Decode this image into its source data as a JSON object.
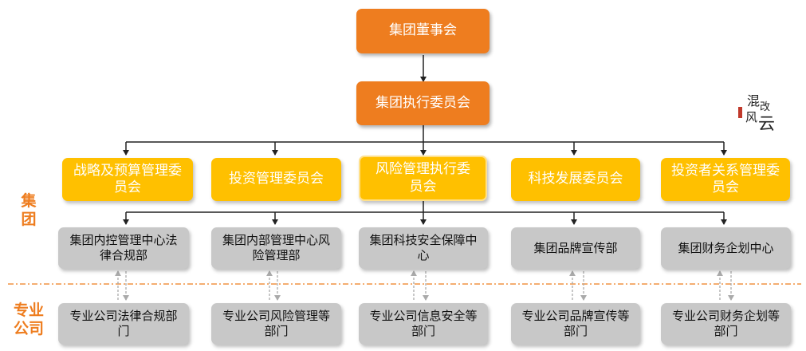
{
  "board": "集团董事会",
  "executive": "集团执行委员会",
  "committees": [
    "战略及预算管理委员会",
    "投资管理委员会",
    "风险管理执行委员会",
    "科技发展委员会",
    "投资者关系管理委员会"
  ],
  "group_departments": [
    "集团内控管理中心法律合规部",
    "集团内部管理中心风险管理部",
    "集团科技安全保障中心",
    "集团品牌宣传部",
    "集团财务企划中心"
  ],
  "company_departments": [
    "专业公司法律合规部门",
    "专业公司风险管理等部门",
    "专业公司信息安全等部门",
    "专业公司品牌宣传等部门",
    "专业公司财务企划等部门"
  ],
  "labels": {
    "group": "集团",
    "company": "专业公司"
  },
  "colors": {
    "board": "#ee7d1f",
    "committee": "#ffc000",
    "department": "#c8c8c8",
    "label": "#ee7d1f"
  },
  "seal": {
    "text": "混改风云"
  }
}
